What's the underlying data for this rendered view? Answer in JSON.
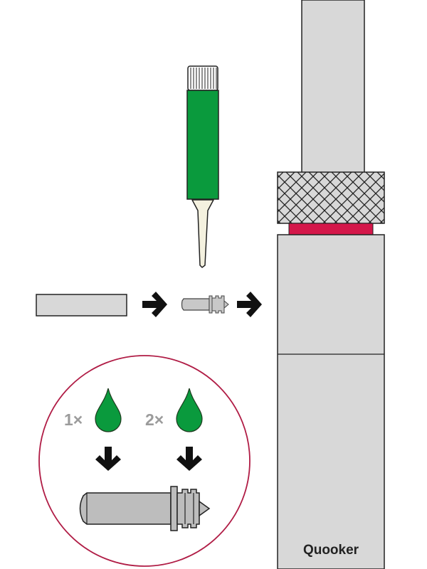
{
  "brand": {
    "name": "Quooker"
  },
  "dosage": {
    "left_label": "1×",
    "right_label": "2×"
  },
  "colors": {
    "green": "#0a9a3d",
    "green_outline": "#1e3a1e",
    "red_ring": "#d4174a",
    "circle_border": "#b01c45",
    "metal": "#d8d8d8",
    "metal_dark": "#9a9a9a",
    "label_grey": "#9b9b9b",
    "tip_cream": "#f4f1df",
    "arrow": "#111111"
  },
  "icons": [
    "glue-tube-icon",
    "drop-icon",
    "arrow-right-icon",
    "arrow-down-icon",
    "aerator-part-icon",
    "tap-icon"
  ]
}
